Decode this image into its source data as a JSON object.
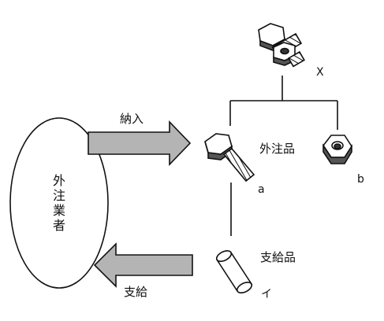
{
  "labels": {
    "delivery": "納入",
    "outsourced_part": "外注品",
    "supplied_part": "支給品",
    "supply": "支給",
    "vendor": "外注業者",
    "x": "X",
    "a": "a",
    "b": "b",
    "i": "イ"
  },
  "icons": {
    "assembly": "bolt-and-nut-assembly-icon",
    "bolt": "hex-bolt-icon",
    "nut": "hex-nut-icon",
    "rod": "round-bar-stock-icon"
  },
  "colors": {
    "arrow_fill": "#b4b4b4",
    "line": "#111111"
  }
}
